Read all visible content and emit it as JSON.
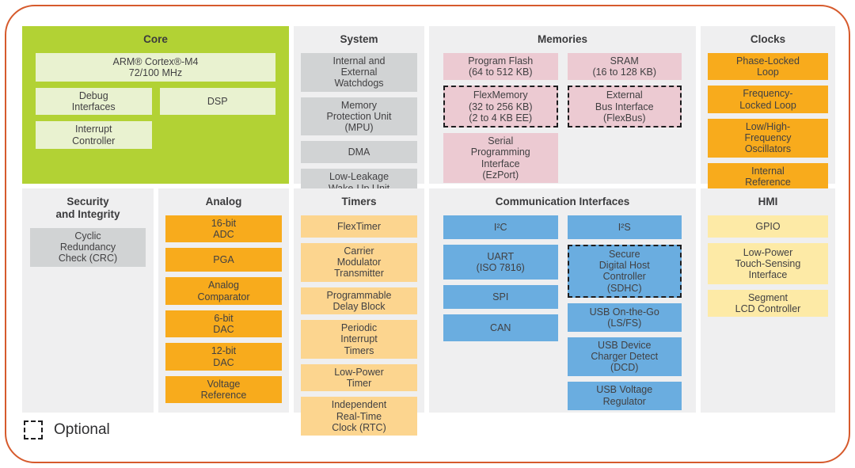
{
  "colors": {
    "frame_border": "#d65a2c",
    "panel_background": "#efeff0",
    "core_background": "#b2d234",
    "core_block": "#e9f2d0",
    "gray_block": "#d1d3d4",
    "pink_block": "#eccad2",
    "orange_block": "#f8ab1c",
    "light_orange_block": "#fcd58f",
    "blue_block": "#6aade0",
    "yellow_block": "#fdeaa6",
    "text": "#414042"
  },
  "legend": {
    "label": "Optional"
  },
  "panels": {
    "core": {
      "title": "Core",
      "blocks": [
        {
          "label": "ARM® Cortex®-M4\n72/100 MHz"
        },
        {
          "label": "Debug\nInterfaces"
        },
        {
          "label": "DSP"
        },
        {
          "label": "Interrupt\nController"
        }
      ]
    },
    "system": {
      "title": "System",
      "blocks": [
        {
          "label": "Internal and\nExternal\nWatchdogs"
        },
        {
          "label": "Memory\nProtection Unit\n(MPU)"
        },
        {
          "label": "DMA"
        },
        {
          "label": "Low-Leakage\nWake-Up Unit"
        }
      ]
    },
    "memories": {
      "title": "Memories",
      "col1": [
        {
          "label": "Program Flash\n(64 to 512 KB)"
        },
        {
          "label": "FlexMemory\n(32 to 256 KB)\n(2 to 4 KB EE)",
          "optional": true
        },
        {
          "label": "Serial\nProgramming\nInterface\n(EzPort)"
        }
      ],
      "col2": [
        {
          "label": "SRAM\n(16 to 128 KB)"
        },
        {
          "label": "External\nBus Interface\n(FlexBus)",
          "optional": true
        }
      ]
    },
    "clocks": {
      "title": "Clocks",
      "blocks": [
        {
          "label": "Phase-Locked\nLoop"
        },
        {
          "label": "Frequency-\nLocked Loop"
        },
        {
          "label": "Low/High-\nFrequency\nOscillators"
        },
        {
          "label": "Internal\nReference\nClocks"
        }
      ]
    },
    "security": {
      "title": "Security\nand Integrity",
      "blocks": [
        {
          "label": "Cyclic\nRedundancy\nCheck (CRC)"
        }
      ]
    },
    "analog": {
      "title": "Analog",
      "blocks": [
        {
          "label": "16-bit\nADC"
        },
        {
          "label": "PGA"
        },
        {
          "label": "Analog\nComparator"
        },
        {
          "label": "6-bit\nDAC"
        },
        {
          "label": "12-bit\nDAC"
        },
        {
          "label": "Voltage\nReference"
        }
      ]
    },
    "timers": {
      "title": "Timers",
      "blocks": [
        {
          "label": "FlexTimer"
        },
        {
          "label": "Carrier\nModulator\nTransmitter"
        },
        {
          "label": "Programmable\nDelay Block"
        },
        {
          "label": "Periodic\nInterrupt\nTimers"
        },
        {
          "label": "Low-Power\nTimer"
        },
        {
          "label": "Independent\nReal-Time\nClock (RTC)"
        }
      ]
    },
    "communication": {
      "title": "Communication Interfaces",
      "col1": [
        {
          "label": "I²C"
        },
        {
          "label": "UART\n(ISO 7816)"
        },
        {
          "label": "SPI"
        },
        {
          "label": "CAN"
        }
      ],
      "col2": [
        {
          "label": "I²S"
        },
        {
          "label": "Secure\nDigital Host\nController\n(SDHC)",
          "optional": true
        },
        {
          "label": "USB On-the-Go\n(LS/FS)"
        },
        {
          "label": "USB Device\nCharger Detect\n(DCD)"
        },
        {
          "label": "USB Voltage\nRegulator"
        }
      ]
    },
    "hmi": {
      "title": "HMI",
      "blocks": [
        {
          "label": "GPIO"
        },
        {
          "label": "Low-Power\nTouch-Sensing\nInterface"
        },
        {
          "label": "Segment\nLCD Controller"
        }
      ]
    }
  }
}
